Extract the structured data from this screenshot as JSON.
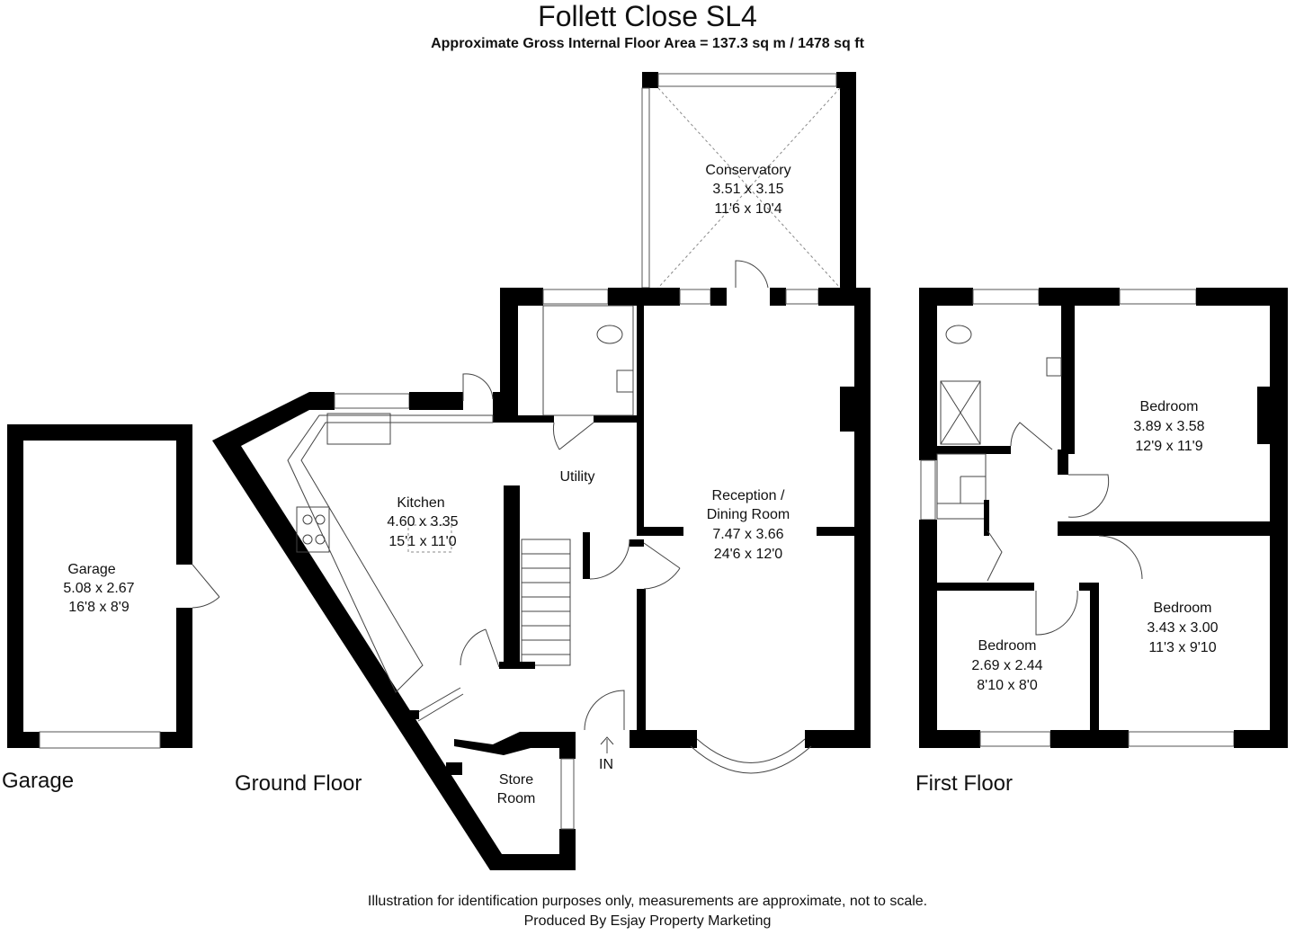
{
  "header": {
    "title": "Follett Close SL4",
    "subtitle": "Approximate Gross Internal Floor Area = 137.3 sq m / 1478 sq ft"
  },
  "floors": {
    "garage": "Garage",
    "ground": "Ground Floor",
    "first": "First Floor"
  },
  "rooms": {
    "garage": {
      "name": "Garage",
      "metric": "5.08 x 2.67",
      "imperial": "16'8 x 8'9"
    },
    "conservatory": {
      "name": "Conservatory",
      "metric": "3.51 x 3.15",
      "imperial": "11'6 x 10'4"
    },
    "kitchen": {
      "name": "Kitchen",
      "metric": "4.60 x 3.35",
      "imperial": "15'1 x 11'0"
    },
    "utility": {
      "name": "Utility"
    },
    "reception": {
      "name1": "Reception /",
      "name2": "Dining Room",
      "metric": "7.47 x 3.66",
      "imperial": "24'6 x 12'0"
    },
    "store": {
      "name1": "Store",
      "name2": "Room"
    },
    "bedroom1": {
      "name": "Bedroom",
      "metric": "3.89 x 3.58",
      "imperial": "12'9 x 11'9"
    },
    "bedroom2": {
      "name": "Bedroom",
      "metric": "3.43 x 3.00",
      "imperial": "11'3 x 9'10"
    },
    "bedroom3": {
      "name": "Bedroom",
      "metric": "2.69 x 2.44",
      "imperial": "8'10 x 8'0"
    }
  },
  "entrance": "IN",
  "footer": {
    "line1": "Illustration for identification purposes only, measurements are approximate, not to scale.",
    "line2": "Produced By Esjay Property Marketing"
  }
}
